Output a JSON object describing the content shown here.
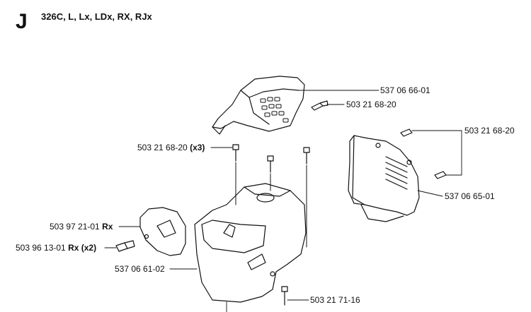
{
  "section": {
    "letter": "J",
    "models": "326C, L, Lx, LDx, RX, RJx"
  },
  "callouts": [
    {
      "id": "c1",
      "part": "537 06 66-01",
      "suffix": ""
    },
    {
      "id": "c2",
      "part": "503 21 68-20",
      "suffix": ""
    },
    {
      "id": "c3",
      "part": "503 21 68-20",
      "suffix": "(x3)"
    },
    {
      "id": "c4",
      "part": "503 21 68-20",
      "suffix": ""
    },
    {
      "id": "c5",
      "part": "537 06 65-01",
      "suffix": ""
    },
    {
      "id": "c6",
      "part": "503 97 21-01",
      "suffix": "Rx"
    },
    {
      "id": "c7",
      "part": "503 96 13-01",
      "suffix": "Rx (x2)"
    },
    {
      "id": "c8",
      "part": "537 06 61-02",
      "suffix": ""
    },
    {
      "id": "c9",
      "part": "503 21 71-16",
      "suffix": ""
    }
  ]
}
